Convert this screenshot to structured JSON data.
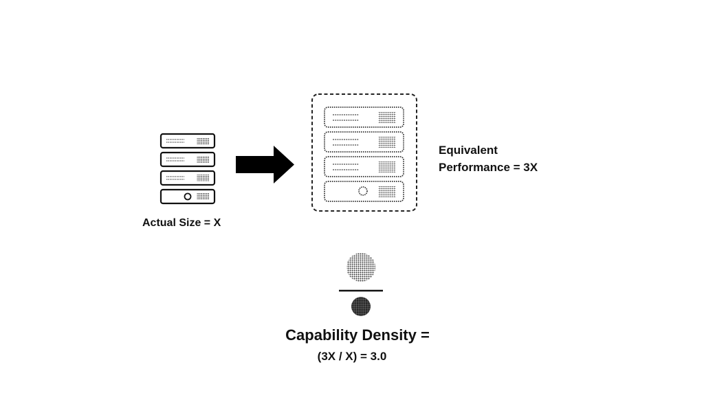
{
  "diagram": {
    "actual_size_label": "Actual Size = X",
    "equivalent_line1": "Equivalent",
    "equivalent_line2": "Performance = 3X",
    "density_title": "Capability Density =",
    "density_formula": "(3X / X) = 3.0",
    "small_server": {
      "icon": "server-rack-icon",
      "units": 4,
      "style": "solid"
    },
    "big_server": {
      "icon": "server-rack-icon",
      "units": 4,
      "style": "dotted",
      "container": "dashed-rounded-box"
    },
    "transition_icon": "arrow-right-icon",
    "ratio_icon": {
      "numerator": "large-halftone-circle",
      "denominator": "small-halftone-circle"
    },
    "colors": {
      "ink": "#111111",
      "background": "#ffffff"
    }
  }
}
